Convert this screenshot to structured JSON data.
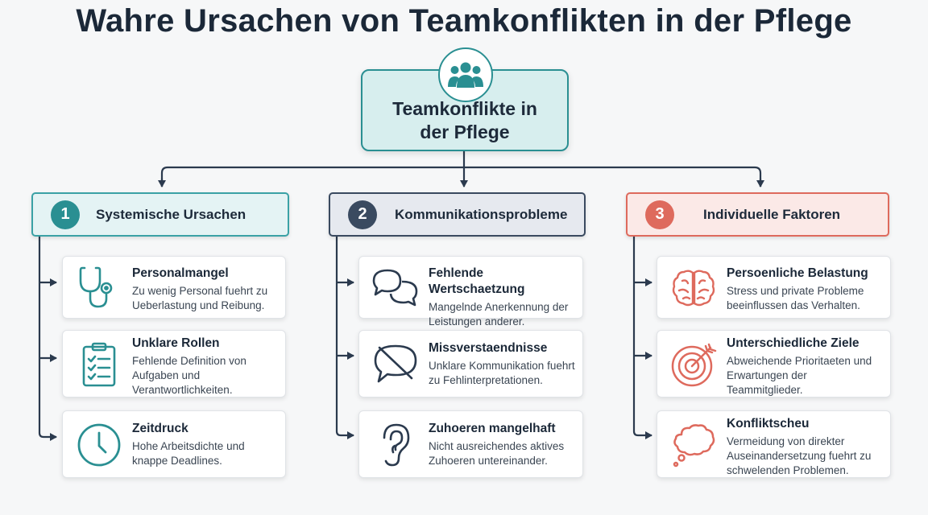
{
  "title": "Wahre Ursachen von Teamkonflikten in der Pflege",
  "center": {
    "label": "Teamkonflikte in der Pflege",
    "icon": "team-icon",
    "color": "#2a8f92"
  },
  "categories": [
    {
      "number": "1",
      "label": "Systemische Ursachen",
      "color": "#2a8f92",
      "items": [
        {
          "icon": "stethoscope-icon",
          "title": "Personalmangel",
          "text": "Zu wenig Personal fuehrt zu Ueberlastung und Reibung."
        },
        {
          "icon": "clipboard-checklist-icon",
          "title": "Unklare Rollen",
          "text": "Fehlende Definition von Aufgaben und Verantwortlichkeiten."
        },
        {
          "icon": "clock-icon",
          "title": "Zeitdruck",
          "text": "Hohe Arbeitsdichte und knappe Deadlines."
        }
      ]
    },
    {
      "number": "2",
      "label": "Kommunikationsprobleme",
      "color": "#3a4a60",
      "items": [
        {
          "icon": "speech-bubbles-icon",
          "title": "Fehlende Wertschaetzung",
          "text": "Mangelnde Anerkennung der Leistungen anderer."
        },
        {
          "icon": "crossed-speech-bubble-icon",
          "title": "Missverstaendnisse",
          "text": "Unklare Kommunikation fuehrt zu Fehlinterpretationen."
        },
        {
          "icon": "ear-icon",
          "title": "Zuhoeren mangelhaft",
          "text": "Nicht ausreichendes aktives Zuhoeren untereinander."
        }
      ]
    },
    {
      "number": "3",
      "label": "Individuelle Faktoren",
      "color": "#de6a5d",
      "items": [
        {
          "icon": "brain-icon",
          "title": "Persoenliche Belastung",
          "text": "Stress und private Probleme beeinflussen das Verhalten."
        },
        {
          "icon": "target-icon",
          "title": "Unterschiedliche Ziele",
          "text": "Abweichende Prioritaeten und Erwartungen der Teammitglieder."
        },
        {
          "icon": "thought-bubble-icon",
          "title": "Konfliktscheu",
          "text": "Vermeidung von direkter Auseinandersetzung fuehrt zu schwelenden Problemen."
        }
      ]
    }
  ]
}
